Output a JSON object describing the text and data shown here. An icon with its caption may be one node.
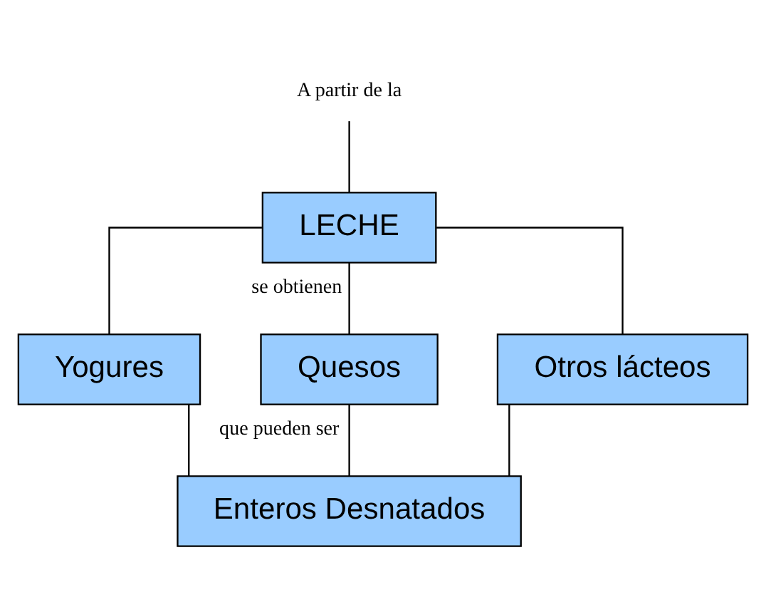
{
  "diagram": {
    "nodes": [
      {
        "text": [
          "A partir de la"
        ]
      },
      {
        "text": [
          "LECHE"
        ]
      },
      {
        "text": [
          "Yogures"
        ]
      },
      {
        "text": [
          "Quesos"
        ]
      },
      {
        "text": [
          "Otros lácteos"
        ]
      },
      {
        "text": [
          "Enteros Desnatados"
        ]
      }
    ],
    "edges": [
      {
        "from": 0,
        "to": 1,
        "arrow": "none"
      },
      {
        "from": 1,
        "to": 2,
        "arrow": "none"
      },
      {
        "from": 1,
        "to": 3,
        "arrow": "none",
        "label": "se obtienen"
      },
      {
        "from": 1,
        "to": 4,
        "arrow": "none"
      },
      {
        "from": 2,
        "to": 5,
        "arrow": "none"
      },
      {
        "from": 3,
        "to": 5,
        "arrow": "none",
        "label": "que pueden ser"
      },
      {
        "from": 4,
        "to": 5,
        "arrow": "none"
      }
    ]
  }
}
